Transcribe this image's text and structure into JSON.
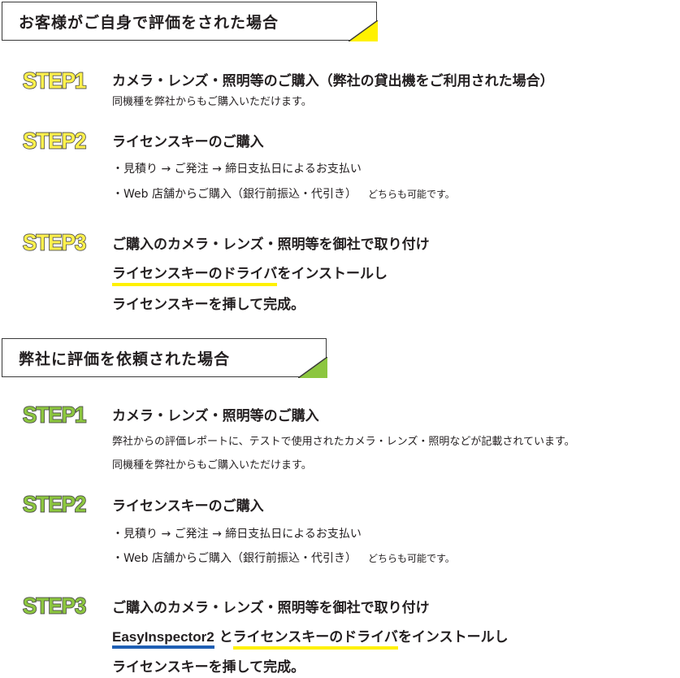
{
  "section1": {
    "header": "お客様がご自身で評価をされた場合",
    "steps": [
      {
        "badge": "STEP1",
        "title": "カメラ・レンズ・照明等のご購入（弊社の貸出機をご利用された場合）",
        "sub": "同機種を弊社からもご購入いただけます。"
      },
      {
        "badge": "STEP2",
        "title": "ライセンスキーのご購入",
        "bullet1": "・見積り → ご発注 → 締日支払日によるお支払い",
        "bullet2": "・Web 店舗からご購入（銀行前振込・代引き）",
        "note": "どちらも可能です。"
      },
      {
        "badge": "STEP3",
        "line1": "ご購入のカメラ・レンズ・照明等を御社で取り付け",
        "line2_highlight": "ライセンスキーのドライバ",
        "line2_rest": "をインストールし",
        "line3": "ライセンスキーを挿して完成。"
      }
    ]
  },
  "section2": {
    "header": "弊社に評価を依頼された場合",
    "steps": [
      {
        "badge": "STEP1",
        "title": "カメラ・レンズ・照明等のご購入",
        "sub1": "弊社からの評価レポートに、テストで使用されたカメラ・レンズ・照明などが記載されています。",
        "sub2": "同機種を弊社からもご購入いただけます。"
      },
      {
        "badge": "STEP2",
        "title": "ライセンスキーのご購入",
        "bullet1": "・見積り → ご発注 → 締日支払日によるお支払い",
        "bullet2": "・Web 店舗からご購入（銀行前振込・代引き）",
        "note": "どちらも可能です。"
      },
      {
        "badge": "STEP3",
        "line1": "ご購入のカメラ・レンズ・照明等を御社で取り付け",
        "line2_brand": "EasyInspector2",
        "line2_and": " と",
        "line2_highlight": "ライセンスキーのドライバ",
        "line2_rest": "をインストールし",
        "line3": "ライセンスキーを挿して完成。"
      }
    ]
  },
  "colors": {
    "accent_yellow": "#fff100",
    "accent_green": "#8cc63f",
    "accent_blue": "#1f5fb4"
  }
}
